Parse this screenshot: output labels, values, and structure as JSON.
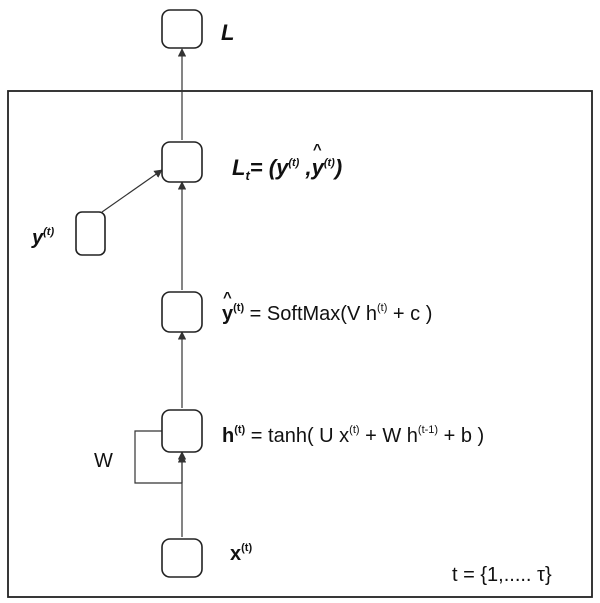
{
  "labels": {
    "loss_total": "L",
    "loss_step": {
      "L": "L",
      "sub_t": "t",
      "eq": "= (",
      "y": "y",
      "sup_t1": "(t)",
      "comma": " ,",
      "yhat": "y",
      "sup_t2": "(t)",
      "close": ")"
    },
    "target": {
      "y": "y",
      "sup": "(t)"
    },
    "output": {
      "yhat": "y",
      "sup": "(t)",
      "eq": " = SoftMax(V h",
      "sup2": "(t)",
      "tail": " + c )"
    },
    "hidden": {
      "h": "h",
      "sup": "(t)",
      "eq1": " = tanh( U x",
      "sup2": "(t)",
      "eq2": " + W h",
      "sup3": "(t-1)",
      "tail": " + b )"
    },
    "input": {
      "x": "x",
      "sup": "(t)"
    },
    "recurrent_weight": "W",
    "time_range": "t = {1,..... τ}"
  }
}
